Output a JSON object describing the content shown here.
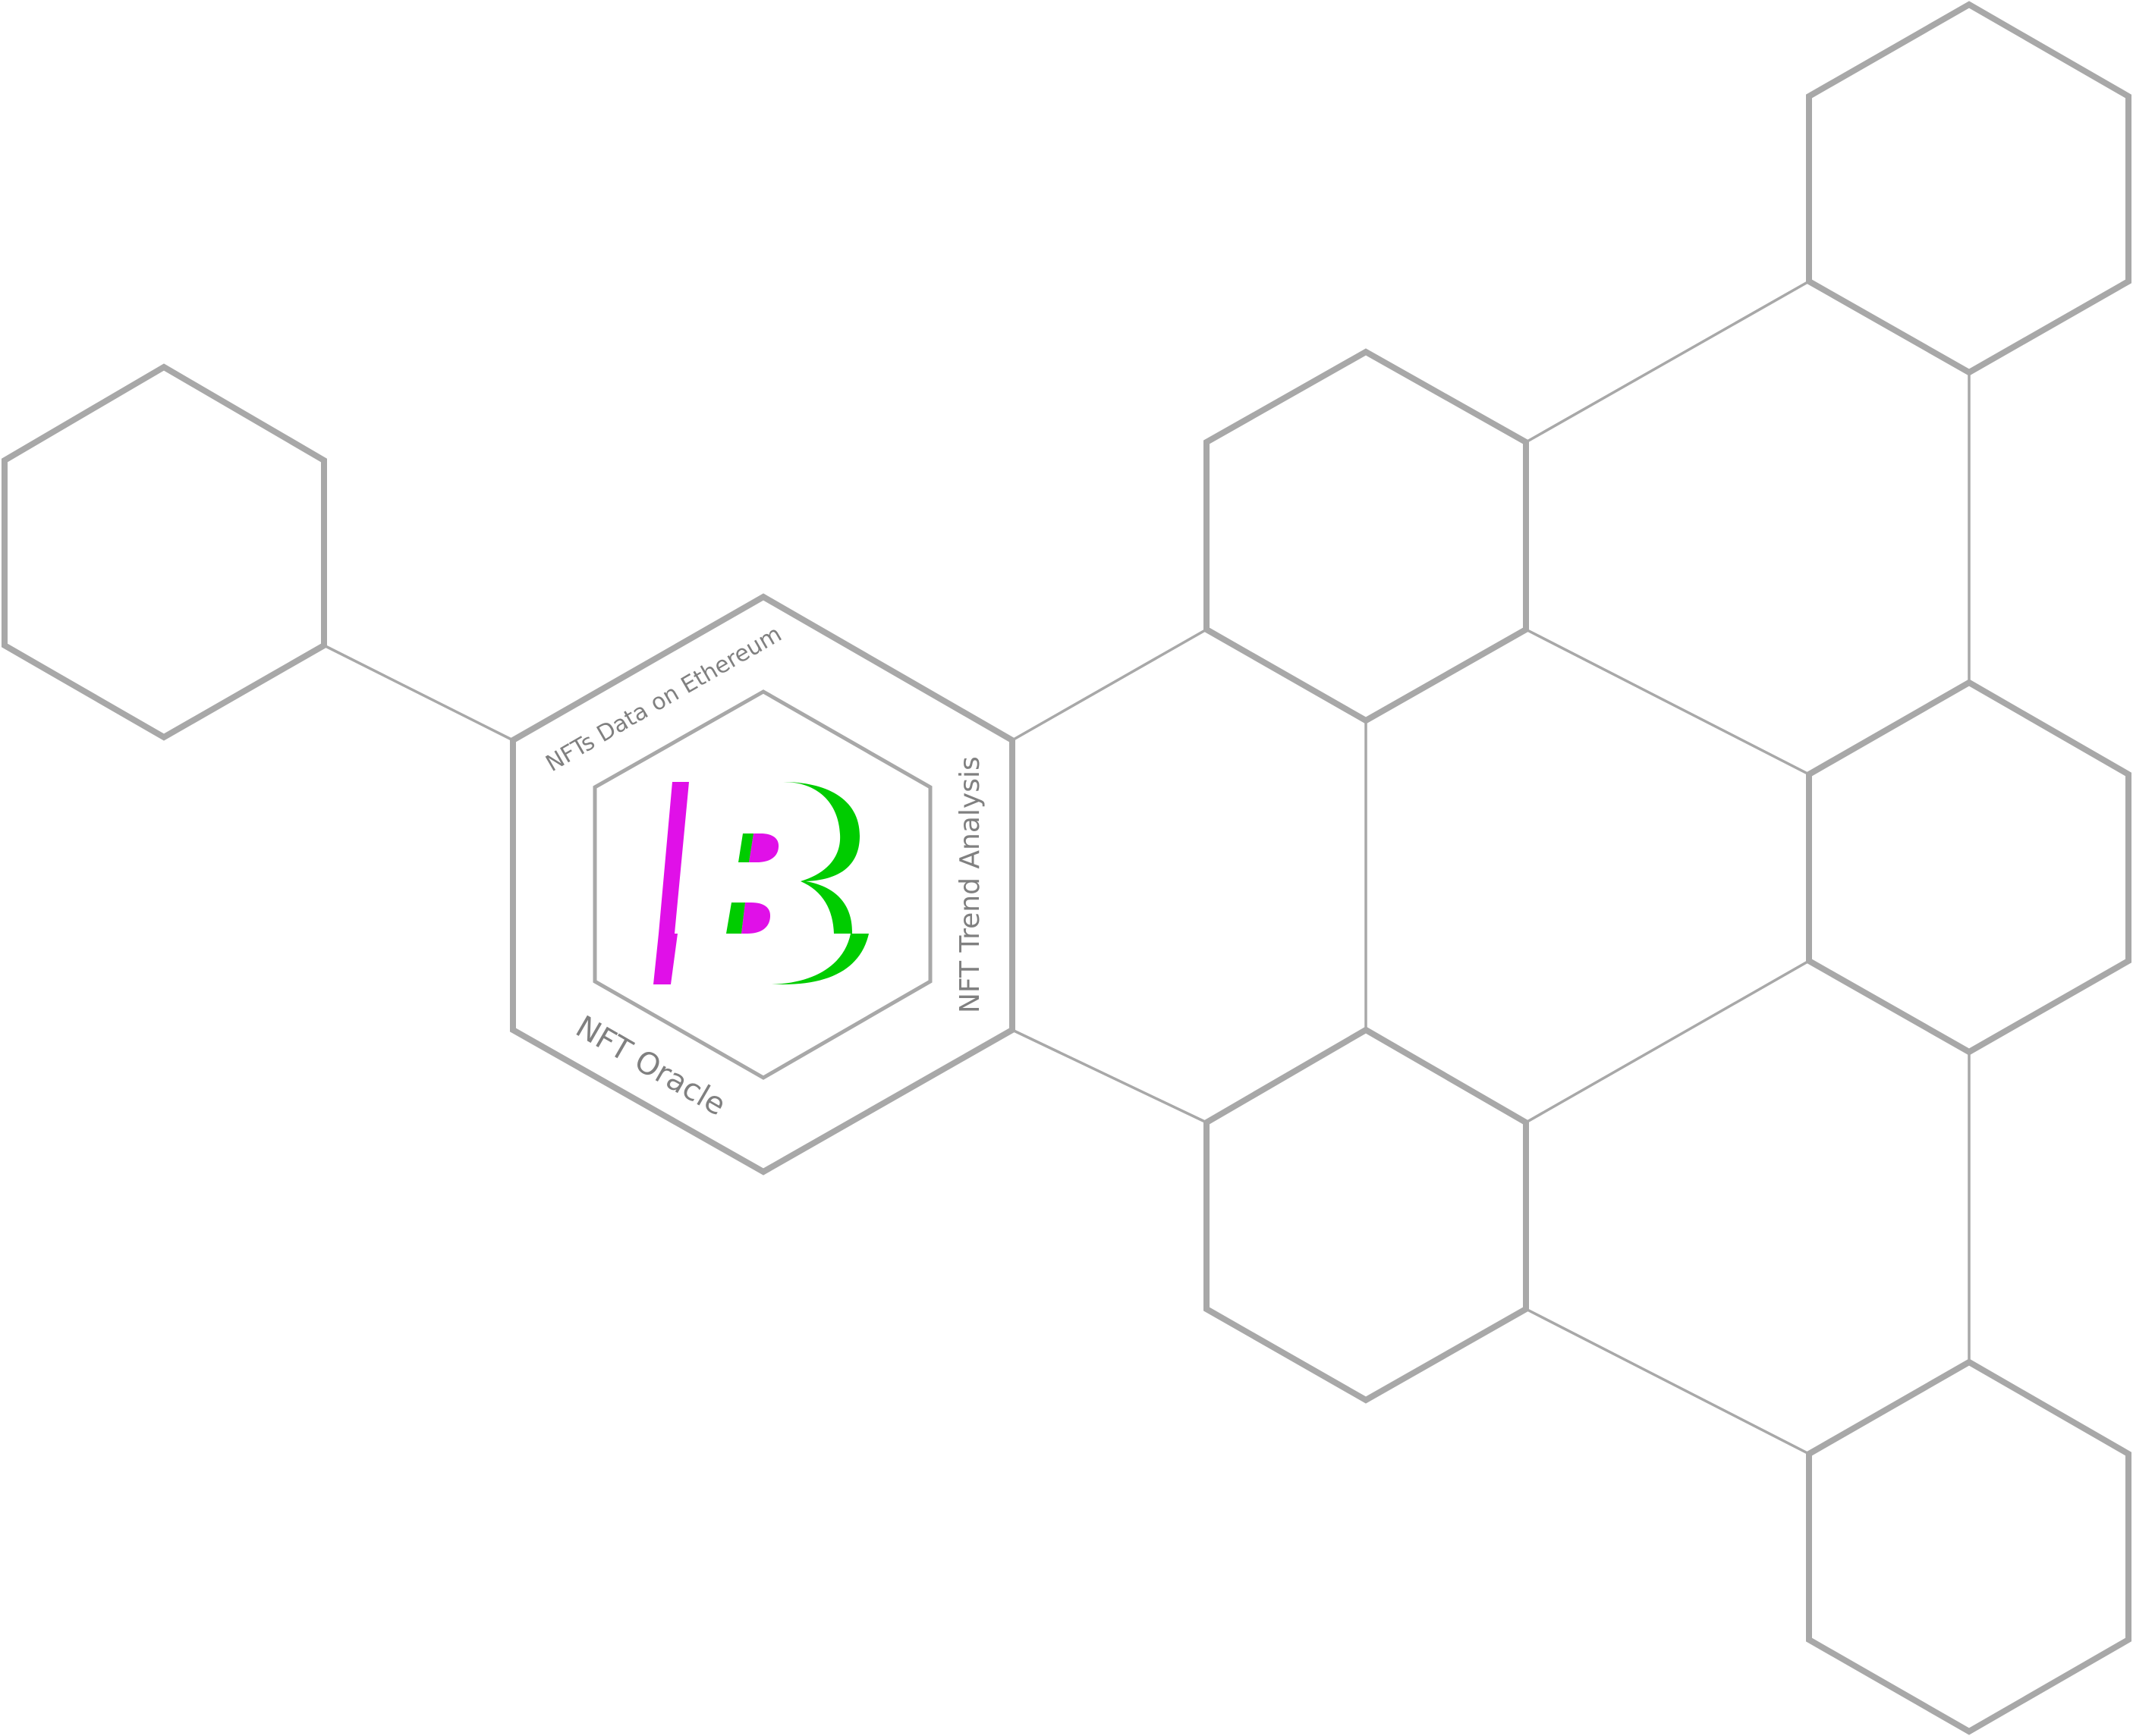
{
  "labels": {
    "top": "NFTs Data on Ethereum",
    "right": "NFT Trend Analysis",
    "bottom": "NFT Oracle"
  },
  "colors": {
    "outline": "#a8a8a8",
    "label": "#808080",
    "logo_magenta": "#e010e8",
    "logo_green": "#00cc00",
    "background": "#ffffff"
  },
  "logo": {
    "letter": "B"
  }
}
